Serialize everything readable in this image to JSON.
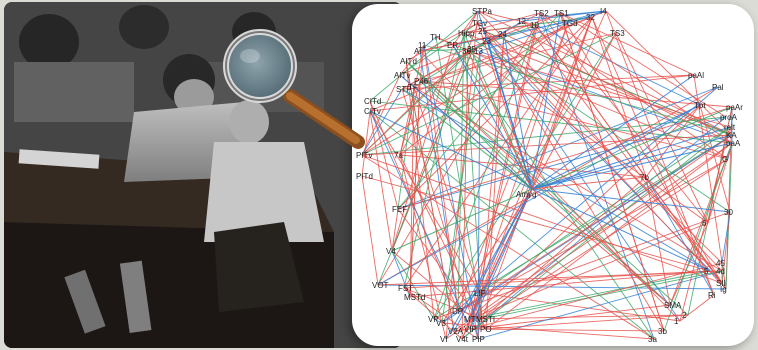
{
  "slide": {
    "photo": {
      "description_icon": "classroom-photo"
    },
    "magnifier": {
      "icon": "magnifying-glass-icon"
    },
    "network": {
      "edge_colors": {
        "red": "#e8504a",
        "green": "#3aa86a",
        "blue": "#2f7fd6"
      },
      "hub_label": "Amyg",
      "labels": [
        "STPa",
        "TGv",
        "TGd",
        "TS2",
        "TS1",
        "I4",
        "32",
        "12",
        "10",
        "Hipp",
        "25",
        "24",
        "23",
        "TS3",
        "TH",
        "ER",
        "35",
        "AITd",
        "Al",
        "TF",
        "AITv",
        "STP",
        "P46",
        "CITd",
        "CITv",
        "paAl",
        "Pal",
        "Tpt",
        "paAr",
        "proA",
        "relt",
        "KA",
        "paA",
        "G",
        "7a",
        "PITv",
        "PITd",
        "7b",
        "FEF",
        "6",
        "30",
        "V4",
        "VOT",
        "FST",
        "MSTd",
        "LIP",
        "DP",
        "MT",
        "MSTI",
        "V3",
        "V2A",
        "VIP",
        "PO",
        "VP",
        "VI",
        "V4t",
        "PIP",
        "45",
        "5",
        "4d",
        "SII",
        "Ri",
        "Ig",
        "SMA",
        "2",
        "1",
        "3a",
        "3b",
        "11",
        "36",
        "13"
      ]
    }
  }
}
